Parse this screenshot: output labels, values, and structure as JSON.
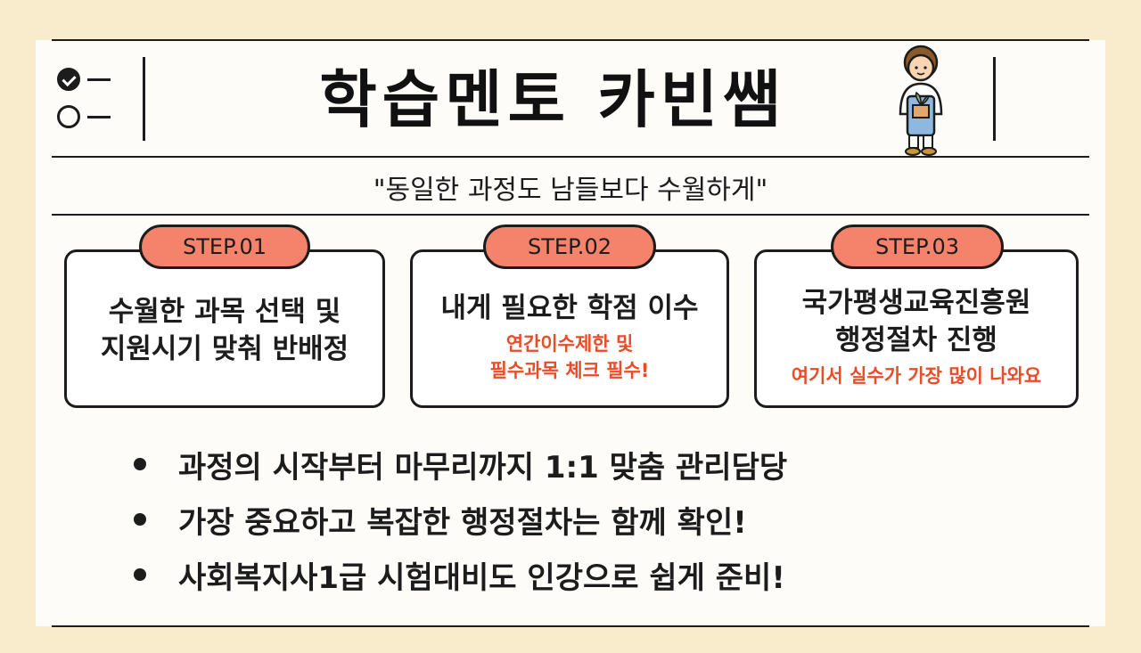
{
  "header": {
    "title": "학습멘토 카빈쌤",
    "subtitle": "\"동일한 과정도 남들보다 수월하게\""
  },
  "steps": [
    {
      "badge": "STEP.01",
      "lines": [
        "수월한 과목 선택 및",
        "지원시기 맞춰 반배정"
      ],
      "notes": []
    },
    {
      "badge": "STEP.02",
      "lines": [
        "내게 필요한 학점 이수"
      ],
      "notes": [
        "연간이수제한 및",
        "필수과목 체크 필수!"
      ]
    },
    {
      "badge": "STEP.03",
      "lines": [
        "국가평생교육진흥원",
        "행정절차 진행"
      ],
      "notes": [
        "여기서 실수가 가장 많이 나와요"
      ]
    }
  ],
  "bullets": [
    "과정의 시작부터 마무리까지 1:1 맞춤 관리담당",
    "가장 중요하고 복잡한 행정절차는 함께 확인!",
    "사회복지사1급 시험대비도 인강으로 쉽게 준비!"
  ],
  "colors": {
    "badge": "#f5836c",
    "note_text": "#ea4b28",
    "background": "#f8eccd"
  },
  "icons": [
    "checklist-icon",
    "teacher-illustration"
  ]
}
